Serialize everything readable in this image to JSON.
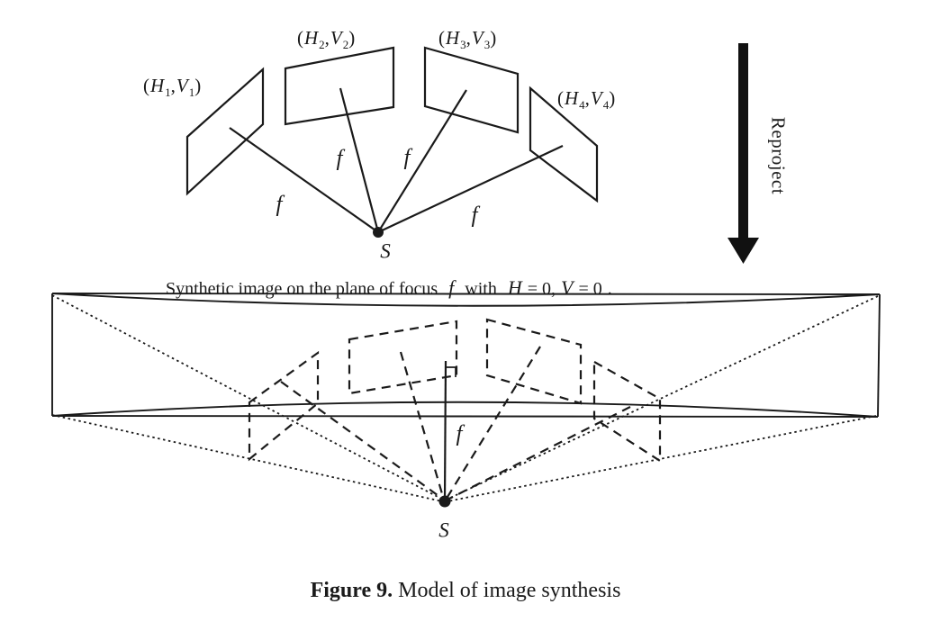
{
  "colors": {
    "ink": "#1a1a1a",
    "background": "#ffffff"
  },
  "reproject": {
    "label": "Reproject"
  },
  "top_diagram": {
    "planes": [
      {
        "open": "(",
        "h": "H",
        "h_sub": "1",
        "sep": ",",
        "v": "V",
        "v_sub": "1",
        "close": ")"
      },
      {
        "open": "(",
        "h": "H",
        "h_sub": "2",
        "sep": ",",
        "v": "V",
        "v_sub": "2",
        "close": ")"
      },
      {
        "open": "(",
        "h": "H",
        "h_sub": "3",
        "sep": ",",
        "v": "V",
        "v_sub": "3",
        "close": ")"
      },
      {
        "open": "(",
        "h": "H",
        "h_sub": "4",
        "sep": ",",
        "v": "V",
        "v_sub": "4",
        "close": ")"
      }
    ],
    "f_labels": [
      "f",
      "f",
      "f",
      "f"
    ],
    "source_label": "S"
  },
  "bottom_diagram": {
    "title": {
      "lead": "Synthetic image on the plane of focus",
      "f": "f",
      "with": "with",
      "h": "H",
      "h_eq": "= 0,",
      "v": "V",
      "v_eq": "= 0",
      "end": "."
    },
    "f_label": "f",
    "source_label": "S"
  },
  "caption": {
    "bold": "Figure 9.",
    "text": "Model of image synthesis"
  }
}
